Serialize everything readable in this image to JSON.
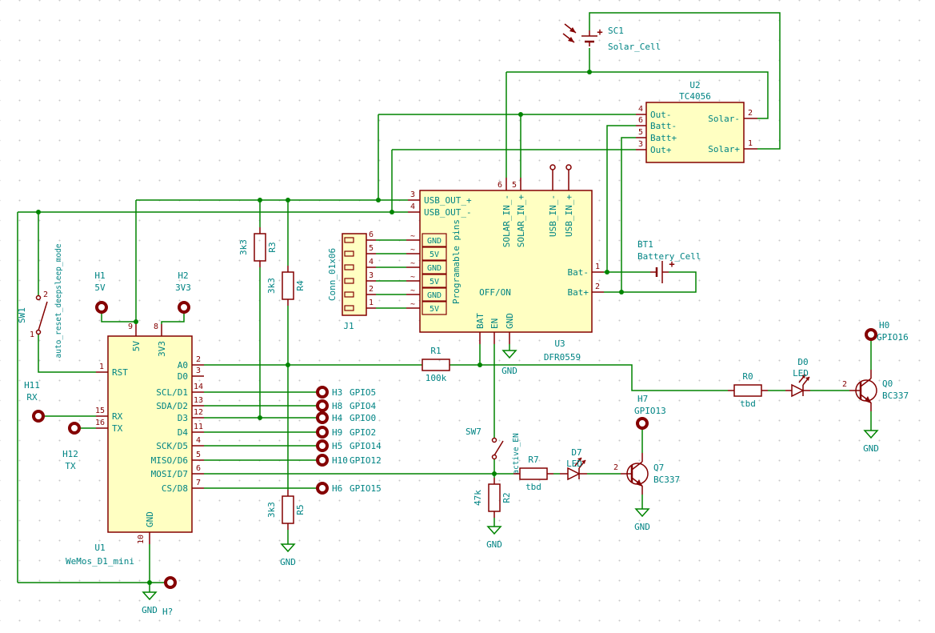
{
  "gnd_label": "GND",
  "sc1": {
    "ref": "SC1",
    "value": "Solar_Cell",
    "plus": "+"
  },
  "bt1": {
    "ref": "BT1",
    "value": "Battery_Cell",
    "plus": "+"
  },
  "u2": {
    "ref": "U2",
    "value": "TC4056",
    "left": [
      {
        "num": "4",
        "name": "Out-"
      },
      {
        "num": "6",
        "name": "Batt-"
      },
      {
        "num": "5",
        "name": "Batt+"
      },
      {
        "num": "3",
        "name": "Out+"
      }
    ],
    "right": [
      {
        "num": "2",
        "name": "Solar-"
      },
      {
        "num": "1",
        "name": "Solar+"
      }
    ]
  },
  "u3": {
    "ref": "U3",
    "value": "DFR0559",
    "mode_label": "OFF/ON",
    "left": [
      {
        "num": "3",
        "name": "USB_OUT_+"
      },
      {
        "num": "4",
        "name": "USB_OUT_-"
      }
    ],
    "prog": {
      "label": "Programable pins",
      "tilde": "~",
      "pins": [
        "GND",
        "5V",
        "GND",
        "5V",
        "GND",
        "5V"
      ]
    },
    "top": [
      {
        "num": "6",
        "name": "SOLAR_IN_-"
      },
      {
        "num": "5",
        "name": "SOLAR_IN_+"
      },
      {
        "num": "",
        "name": "USB_IN_-"
      },
      {
        "num": "",
        "name": "USB_IN_+"
      }
    ],
    "bottom": [
      "BAT",
      "EN",
      "GND"
    ],
    "right": [
      {
        "num": "1",
        "name": "Bat-"
      },
      {
        "num": "2",
        "name": "Bat+"
      }
    ]
  },
  "j1": {
    "ref": "J1",
    "value": "Conn_01x06",
    "nums": [
      "6",
      "5",
      "4",
      "3",
      "2",
      "1"
    ]
  },
  "u1": {
    "ref": "U1",
    "value": "WeMos_D1_mini",
    "top": [
      {
        "num": "9",
        "name": "5V"
      },
      {
        "num": "8",
        "name": "3V3"
      }
    ],
    "left": [
      {
        "num": "1",
        "name": "RST"
      },
      {
        "num": "15",
        "name": "RX"
      },
      {
        "num": "16",
        "name": "TX"
      }
    ],
    "right": [
      {
        "num": "2",
        "name": "A0"
      },
      {
        "num": "3",
        "name": "D0"
      },
      {
        "num": "14",
        "name": "SCL/D1"
      },
      {
        "num": "13",
        "name": "SDA/D2"
      },
      {
        "num": "12",
        "name": "D3"
      },
      {
        "num": "11",
        "name": "D4"
      },
      {
        "num": "4",
        "name": "SCK/D5"
      },
      {
        "num": "5",
        "name": "MISO/D6"
      },
      {
        "num": "6",
        "name": "MOSI/D7"
      },
      {
        "num": "7",
        "name": "CS/D8"
      }
    ],
    "bottom": {
      "num": "10",
      "name": "GND"
    }
  },
  "sw1": {
    "ref": "SW1",
    "note": "auto_reset_deepsleep_mode",
    "pin1": "1",
    "pin2": "2"
  },
  "sw7": {
    "ref": "SW7",
    "note": "active_EN"
  },
  "resistors": {
    "r1": {
      "ref": "R1",
      "value": "100k"
    },
    "r0": {
      "ref": "R0",
      "value": "tbd"
    },
    "r7": {
      "ref": "R7",
      "value": "tbd"
    },
    "r2": {
      "ref": "R2",
      "value": "47k"
    },
    "r3": {
      "ref": "R3",
      "value": "3k3"
    },
    "r4": {
      "ref": "R4",
      "value": "3k3"
    },
    "r5": {
      "ref": "R5",
      "value": "3k3"
    }
  },
  "leds": {
    "d0": {
      "ref": "D0",
      "value": "LED"
    },
    "d7": {
      "ref": "D7",
      "value": "LED"
    }
  },
  "transistors": {
    "q0": {
      "ref": "Q0",
      "value": "BC337",
      "base_num": "2"
    },
    "q7": {
      "ref": "Q7",
      "value": "BC337",
      "base_num": "2"
    }
  },
  "headers": {
    "h1": {
      "ref": "H1",
      "value": "5V"
    },
    "h2": {
      "ref": "H2",
      "value": "3V3"
    },
    "h11": {
      "ref": "H11",
      "value": "RX"
    },
    "h12": {
      "ref": "H12",
      "value": "TX"
    },
    "h3": {
      "ref": "H3",
      "value": "GPIO5"
    },
    "h8": {
      "ref": "H8",
      "value": "GPIO4"
    },
    "h4": {
      "ref": "H4",
      "value": "GPIO0"
    },
    "h9": {
      "ref": "H9",
      "value": "GPIO2"
    },
    "h5": {
      "ref": "H5",
      "value": "GPIO14"
    },
    "h10": {
      "ref": "H10",
      "value": "GPIO12"
    },
    "h6": {
      "ref": "H6",
      "value": "GPIO15"
    },
    "h7": {
      "ref": "H7",
      "value": "GPIO13"
    },
    "h0": {
      "ref": "H0",
      "value": "GPIO16"
    },
    "hq": {
      "ref": "H?"
    }
  }
}
